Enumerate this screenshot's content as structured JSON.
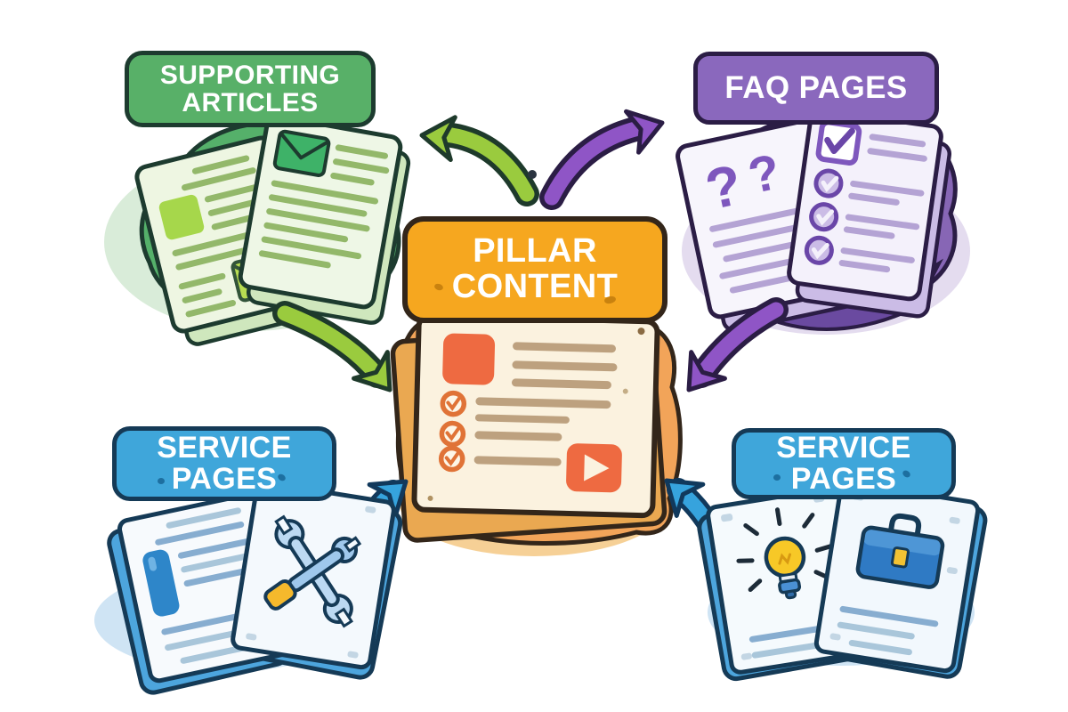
{
  "diagram": {
    "background": "#ffffff",
    "center": {
      "id": "pillar-content",
      "label": "PILLAR CONTENT",
      "fill": "#f6a71f",
      "border": "#33261a",
      "icons": [
        "image-placeholder-icon",
        "text-lines",
        "check-bullet-icon",
        "video-play-icon"
      ]
    },
    "nodes": [
      {
        "id": "supporting-articles",
        "label": "SUPPORTING ARTICLES",
        "position": "top-left",
        "fill": "#58b068",
        "border": "#1d3b2f",
        "icons": [
          "article-page-icon",
          "envelope-icon"
        ]
      },
      {
        "id": "faq-pages",
        "label": "FAQ PAGES",
        "position": "top-right",
        "fill": "#8a68bd",
        "border": "#2b1d45",
        "icons": [
          "question-mark-icon",
          "checkbox-icon",
          "check-circle-icon"
        ]
      },
      {
        "id": "service-pages-left",
        "label": "SERVICE PAGES",
        "position": "bottom-left",
        "fill": "#3fa6da",
        "border": "#153a56",
        "icons": [
          "document-icon",
          "crossed-wrenches-icon"
        ]
      },
      {
        "id": "service-pages-right",
        "label": "SERVICE PAGES",
        "position": "bottom-right",
        "fill": "#3fa6da",
        "border": "#153a56",
        "icons": [
          "lightbulb-icon",
          "briefcase-icon"
        ]
      }
    ],
    "glyphs": {
      "question_mark": "?"
    },
    "arrows": [
      {
        "id": "center-to-supporting",
        "from": "pillar-content",
        "to": "supporting-articles",
        "direction": "up-left",
        "color": "#9acb3e",
        "outline": "#1e3a2b"
      },
      {
        "id": "center-to-faq",
        "from": "pillar-content",
        "to": "faq-pages",
        "direction": "up-right",
        "color": "#8f55c6",
        "outline": "#2b1d45"
      },
      {
        "id": "supporting-to-center",
        "from": "supporting-articles",
        "to": "pillar-content",
        "direction": "down-right",
        "color": "#9acb3e",
        "outline": "#1e3a2b"
      },
      {
        "id": "faq-to-center",
        "from": "faq-pages",
        "to": "pillar-content",
        "direction": "down-left",
        "color": "#8f55c6",
        "outline": "#2b1d45"
      },
      {
        "id": "service-left-to-center",
        "from": "service-pages-left",
        "to": "pillar-content",
        "direction": "up-right",
        "color": "#36a3dd",
        "outline": "#11395c"
      },
      {
        "id": "service-right-to-center",
        "from": "service-pages-right",
        "to": "pillar-content",
        "direction": "up-left",
        "color": "#36a3dd",
        "outline": "#11395c"
      }
    ]
  }
}
